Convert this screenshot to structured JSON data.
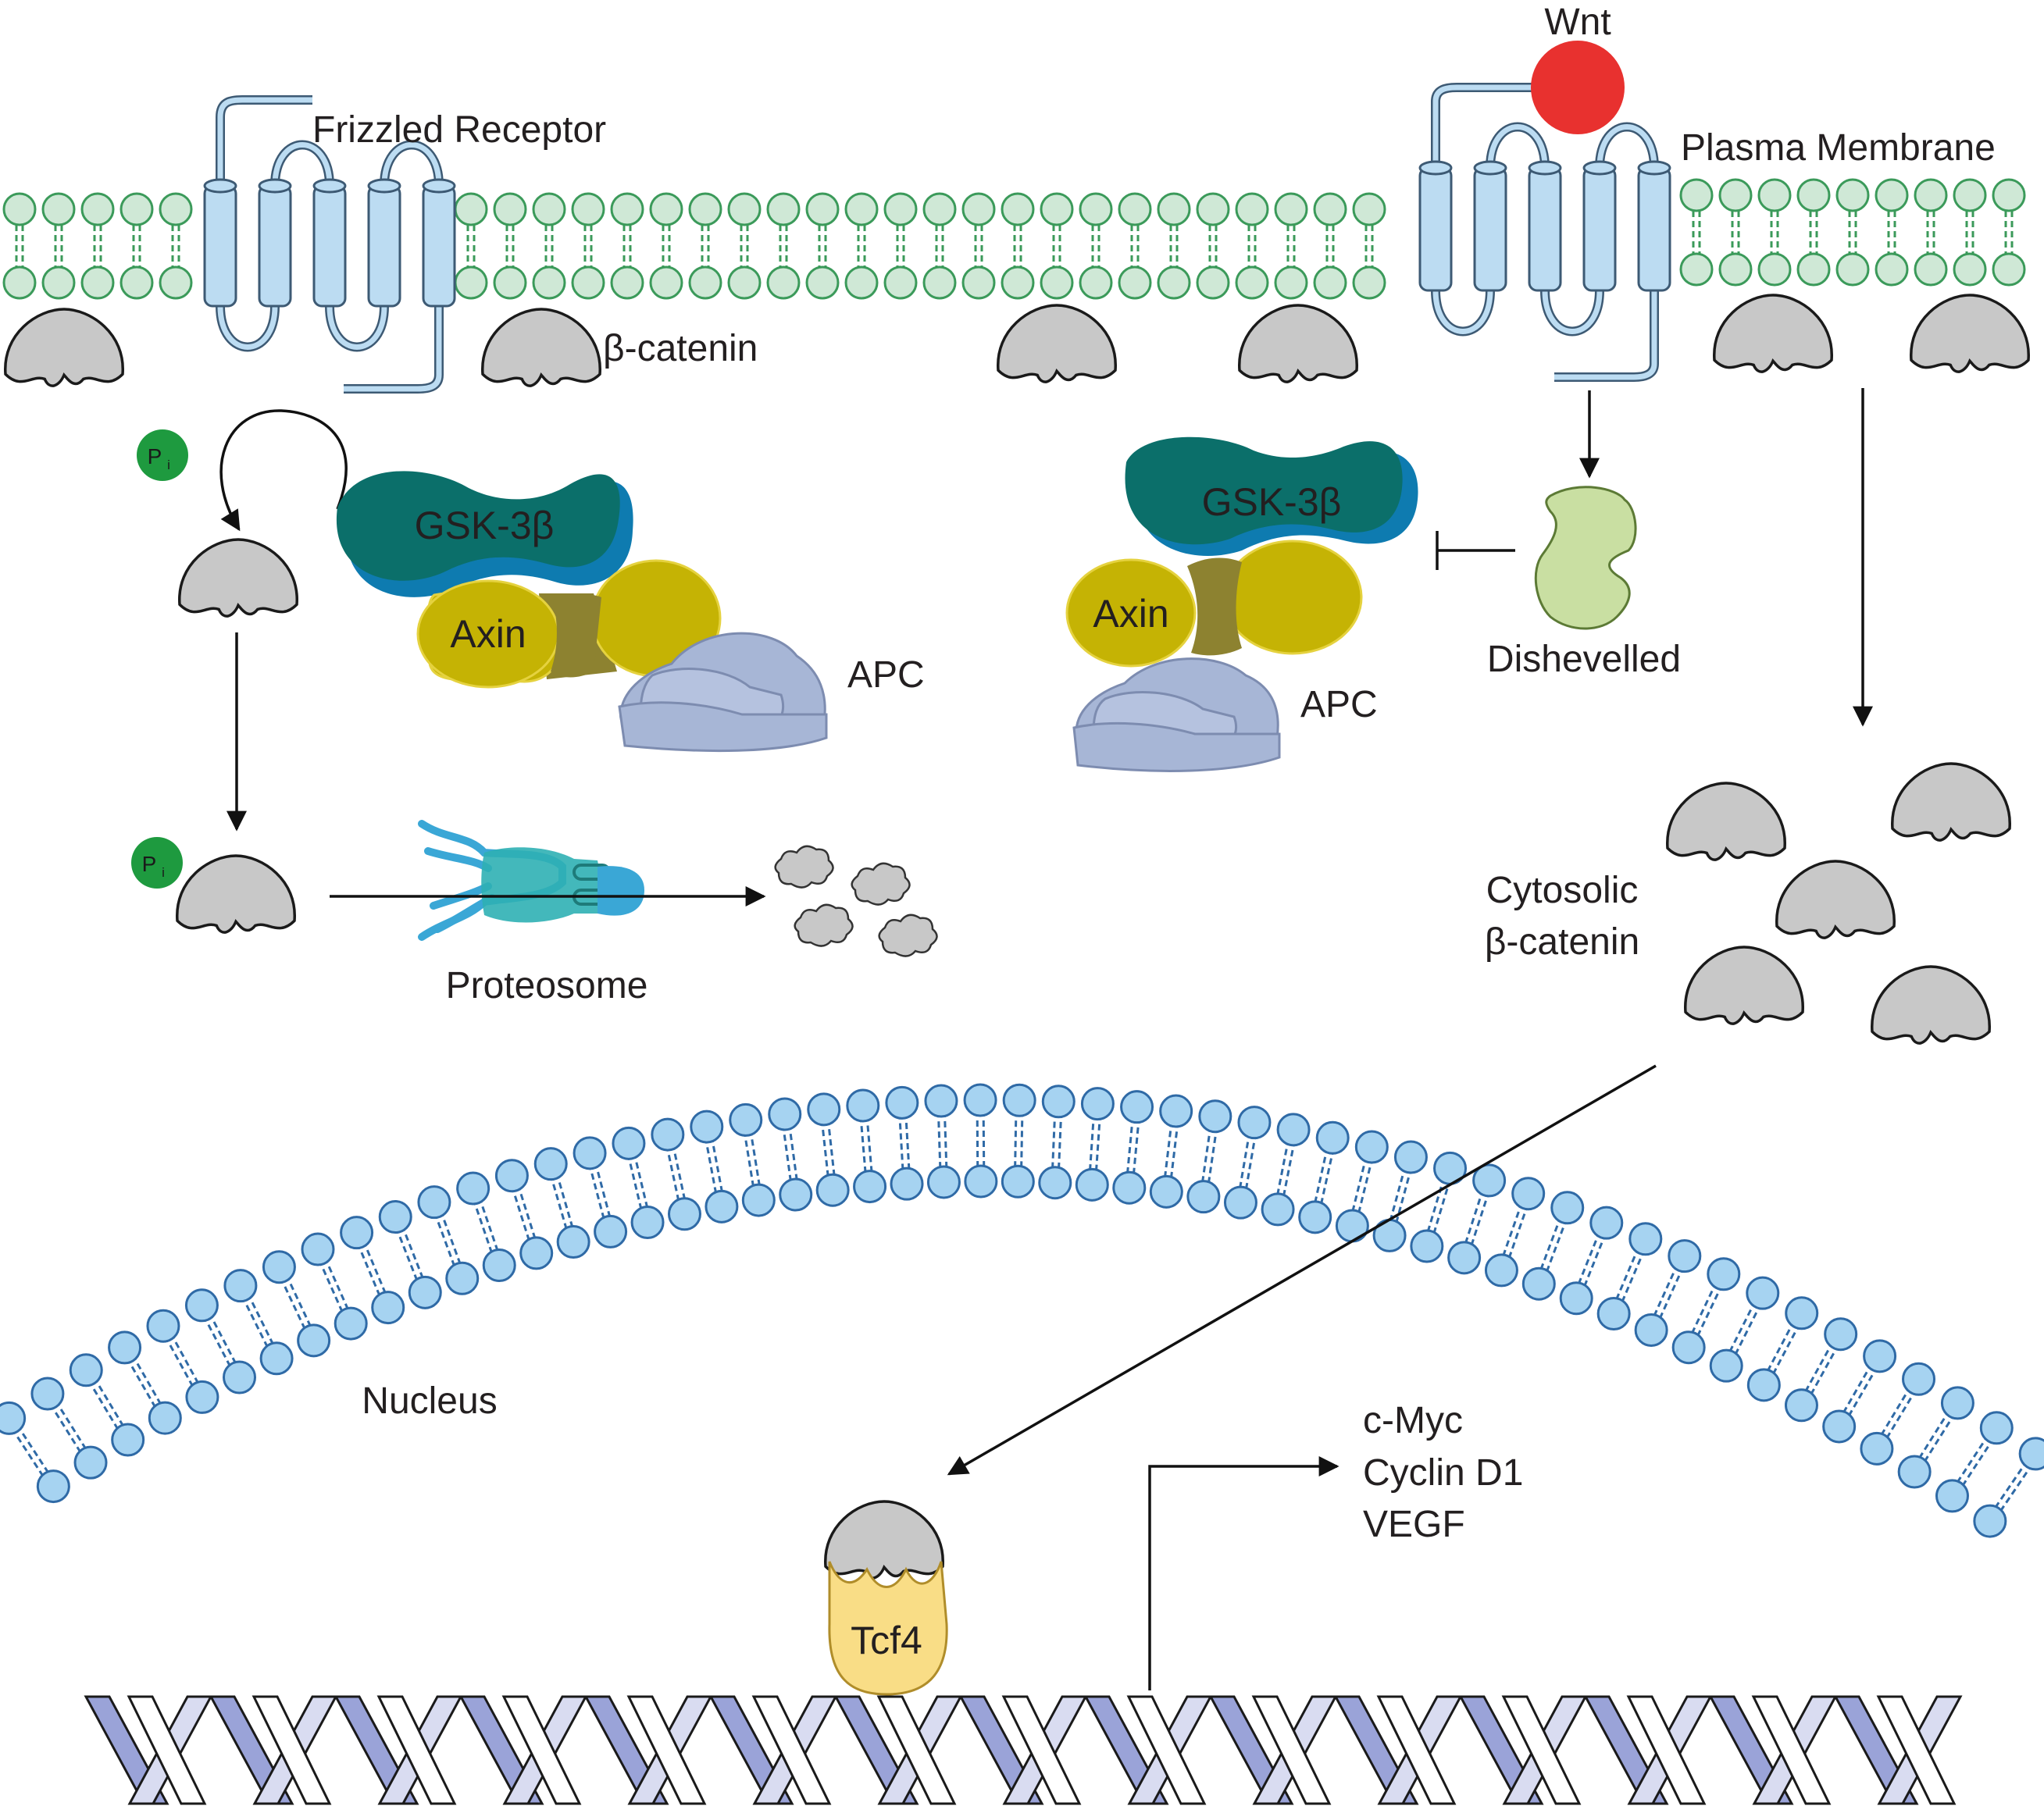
{
  "labels": {
    "frizzled": "Frizzled Receptor",
    "wnt": "Wnt",
    "plasma_membrane": "Plasma Membrane",
    "beta_catenin": "β-catenin",
    "gsk3b_left": "GSK-3β",
    "axin_left": "Axin",
    "apc_left": "APC",
    "gsk3b_right": "GSK-3β",
    "axin_right": "Axin",
    "apc_right": "APC",
    "dishevelled": "Dishevelled",
    "proteosome": "Proteosome",
    "cytosolic_line1": "Cytosolic",
    "cytosolic_line2": "β-catenin",
    "nucleus": "Nucleus",
    "tcf4": "Tcf4",
    "targets": [
      "c-Myc",
      "Cyclin D1",
      "VEGF"
    ],
    "pi_main": "P",
    "pi_sub": "i"
  },
  "colors": {
    "membrane_lipid": "#cfe8d6",
    "membrane_stroke": "#3b9a5a",
    "receptor": "#bcdcf2",
    "receptor_stroke": "#3d5a74",
    "beta_catenin": "#c8c8c8",
    "wnt": "#e8312f",
    "gsk3b": "#0b6f6a",
    "gsk3b_back": "#0e7bb0",
    "axin": "#c5b304",
    "axin_bridge": "#8d8230",
    "apc": "#a7b6d6",
    "dishevelled": "#c9dfa2",
    "phosphate": "#1e9a3f",
    "nuclear_lipid": "#a6d3f1",
    "nuclear_stroke": "#2f6aa6",
    "tcf4": "#f9dd86",
    "dna_dark": "#9aa3d8",
    "dna_light": "#d9dcf1",
    "proteosome": "#3aa7d6"
  }
}
